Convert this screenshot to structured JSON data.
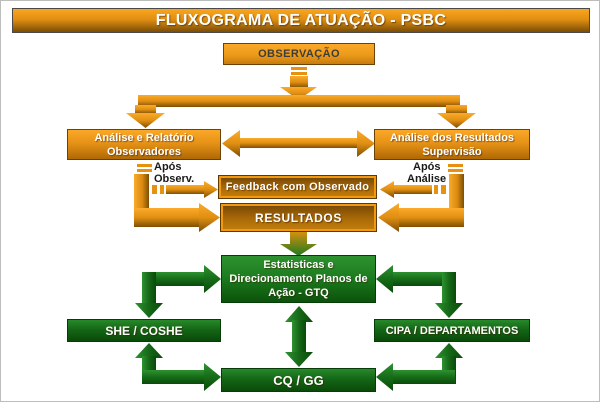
{
  "title": "FLUXOGRAMA DE ATUAÇÃO - PSBC",
  "nodes": {
    "observacao": {
      "label": "OBSERVAÇÃO"
    },
    "analise_observadores": {
      "line1": "Análise e Relatório",
      "line2": "Observadores"
    },
    "analise_supervisao": {
      "line1": "Análise dos Resultados",
      "line2": "Supervisão"
    },
    "feedback": {
      "label": "Feedback com Observado"
    },
    "resultados": {
      "label": "RESULTADOS"
    },
    "gtq": {
      "line1": "Estatisticas e",
      "line2": "Direcionamento Planos de",
      "line3": "Ação - GTQ"
    },
    "she_coshe": {
      "label": "SHE / COSHE"
    },
    "cipa_departamentos": {
      "label": "CIPA / DEPARTAMENTOS"
    },
    "cq_gg": {
      "label": "CQ / GG"
    }
  },
  "annotations": {
    "apos_observ": {
      "line1": "Após",
      "line2": "Observ."
    },
    "apos_analise": {
      "line1": "Após",
      "line2": "Análise"
    }
  },
  "colors": {
    "orange_light": "#F9A51F",
    "orange_dark": "#7B4D06",
    "orange_border": "#6B4405",
    "deep_box_frame": "#F2990F",
    "green_light": "#2E9230",
    "green_dark": "#0A4A0A",
    "title_text": "#FFFFFF",
    "annotation_text": "#1A1A1A"
  }
}
